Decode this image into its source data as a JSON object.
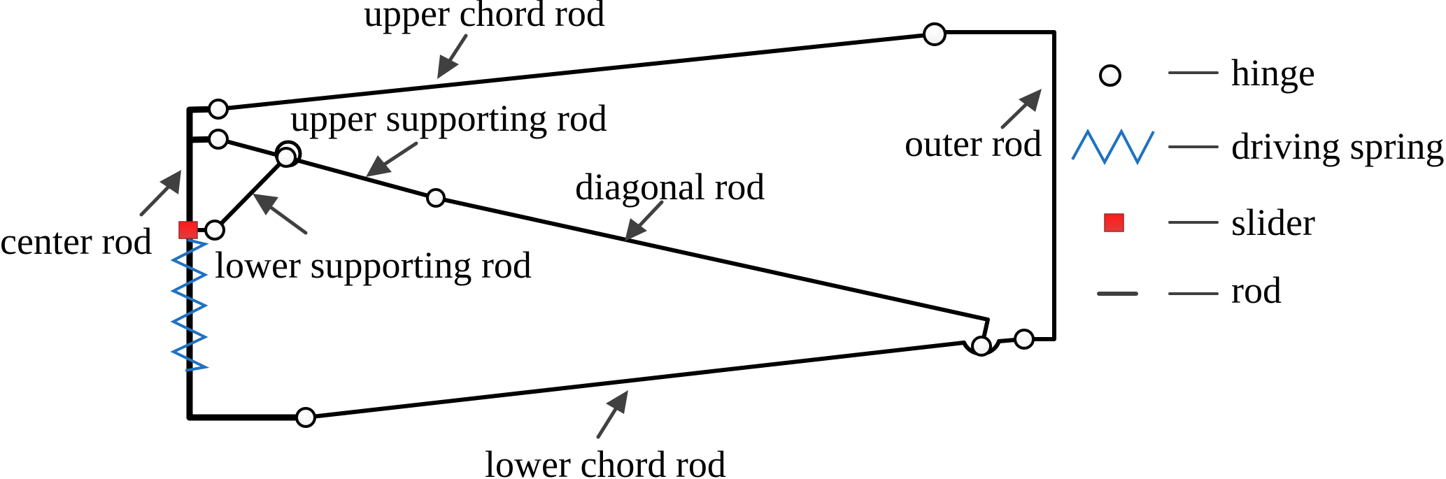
{
  "figure": {
    "title": "Deployable truss mechanism schematic",
    "colors": {
      "rod": "#000000",
      "arrow": "#404040",
      "spring": "#1f72c0",
      "slider": "#ee1c1c",
      "slider_border": "#9a2a2a",
      "hinge_fill": "#ffffff"
    }
  },
  "labels": {
    "upper_chord_rod": "upper chord rod",
    "upper_supporting_rod": "upper supporting rod",
    "diagonal_rod": "diagonal rod",
    "outer_rod": "outer rod",
    "center_rod": "center rod",
    "lower_supporting_rod": "lower supporting rod",
    "lower_chord_rod": "lower chord rod"
  },
  "legend": {
    "items": [
      {
        "icon": "hinge-icon",
        "label": "hinge"
      },
      {
        "icon": "spring-icon",
        "label": "driving spring"
      },
      {
        "icon": "slider-icon",
        "label": "slider"
      },
      {
        "icon": "rod-icon",
        "label": "rod"
      }
    ]
  }
}
